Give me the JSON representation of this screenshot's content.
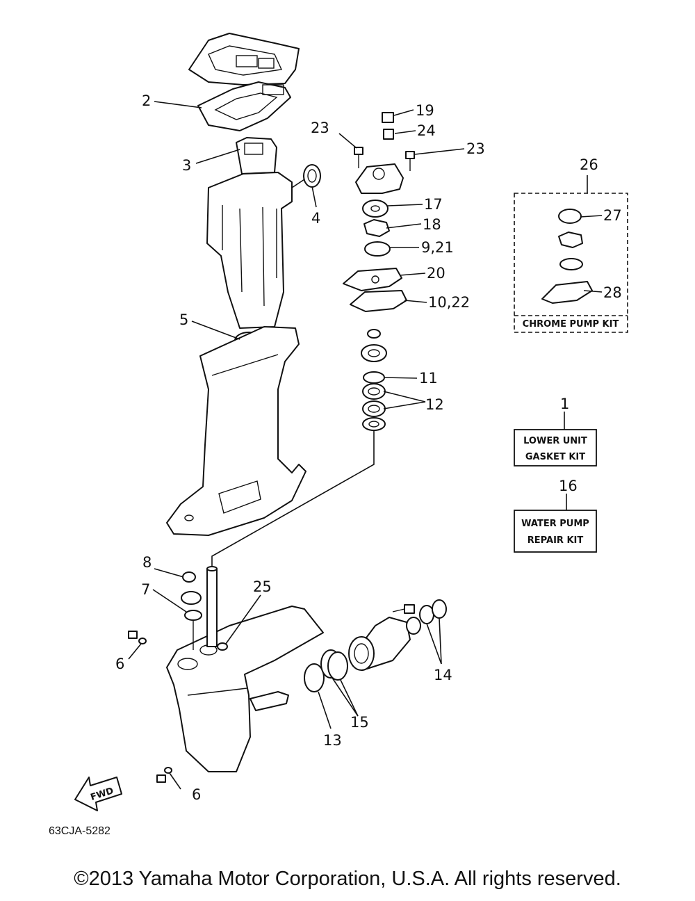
{
  "callouts": {
    "c1": "1",
    "c2": "2",
    "c3": "3",
    "c4": "4",
    "c5": "5",
    "c6a": "6",
    "c6b": "6",
    "c7": "7",
    "c8": "8",
    "c9_21": "9,21",
    "c10_22": "10,22",
    "c11": "11",
    "c12": "12",
    "c13": "13",
    "c14": "14",
    "c15": "15",
    "c16": "16",
    "c17": "17",
    "c18": "18",
    "c19": "19",
    "c20": "20",
    "c23a": "23",
    "c23b": "23",
    "c24": "24",
    "c25": "25",
    "c26": "26",
    "c27": "27",
    "c28": "28"
  },
  "kits": {
    "chrome_pump": "CHROME PUMP KIT",
    "lower_unit_line1": "LOWER UNIT",
    "lower_unit_line2": "GASKET KIT",
    "water_pump_line1": "WATER PUMP",
    "water_pump_line2": "REPAIR KIT"
  },
  "direction_label": "FWD",
  "reference_code": "63CJA-5282",
  "copyright": "©2013 Yamaha Motor Corporation, U.S.A. All rights reserved.",
  "icons": [
    "fwd-arrow-icon"
  ]
}
